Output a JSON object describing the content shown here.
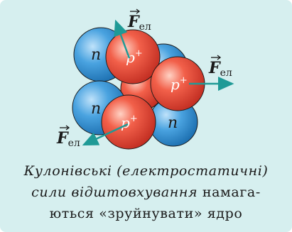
{
  "colors": {
    "background": "#d6efef",
    "proton": "#e8473a",
    "neutron": "#2e8fd4",
    "arrow": "#1f9a96"
  },
  "labels": {
    "proton": "p",
    "proton_sup": "+",
    "neutron": "n",
    "force_symbol": "F",
    "force_sub": "ел"
  },
  "caption": {
    "italic_part1": "Кулонівські (електростатичні)",
    "italic_part2": "сили відштовхування",
    "normal_part2": " намага-",
    "line3": "ються «зруйнувати» ядро"
  }
}
